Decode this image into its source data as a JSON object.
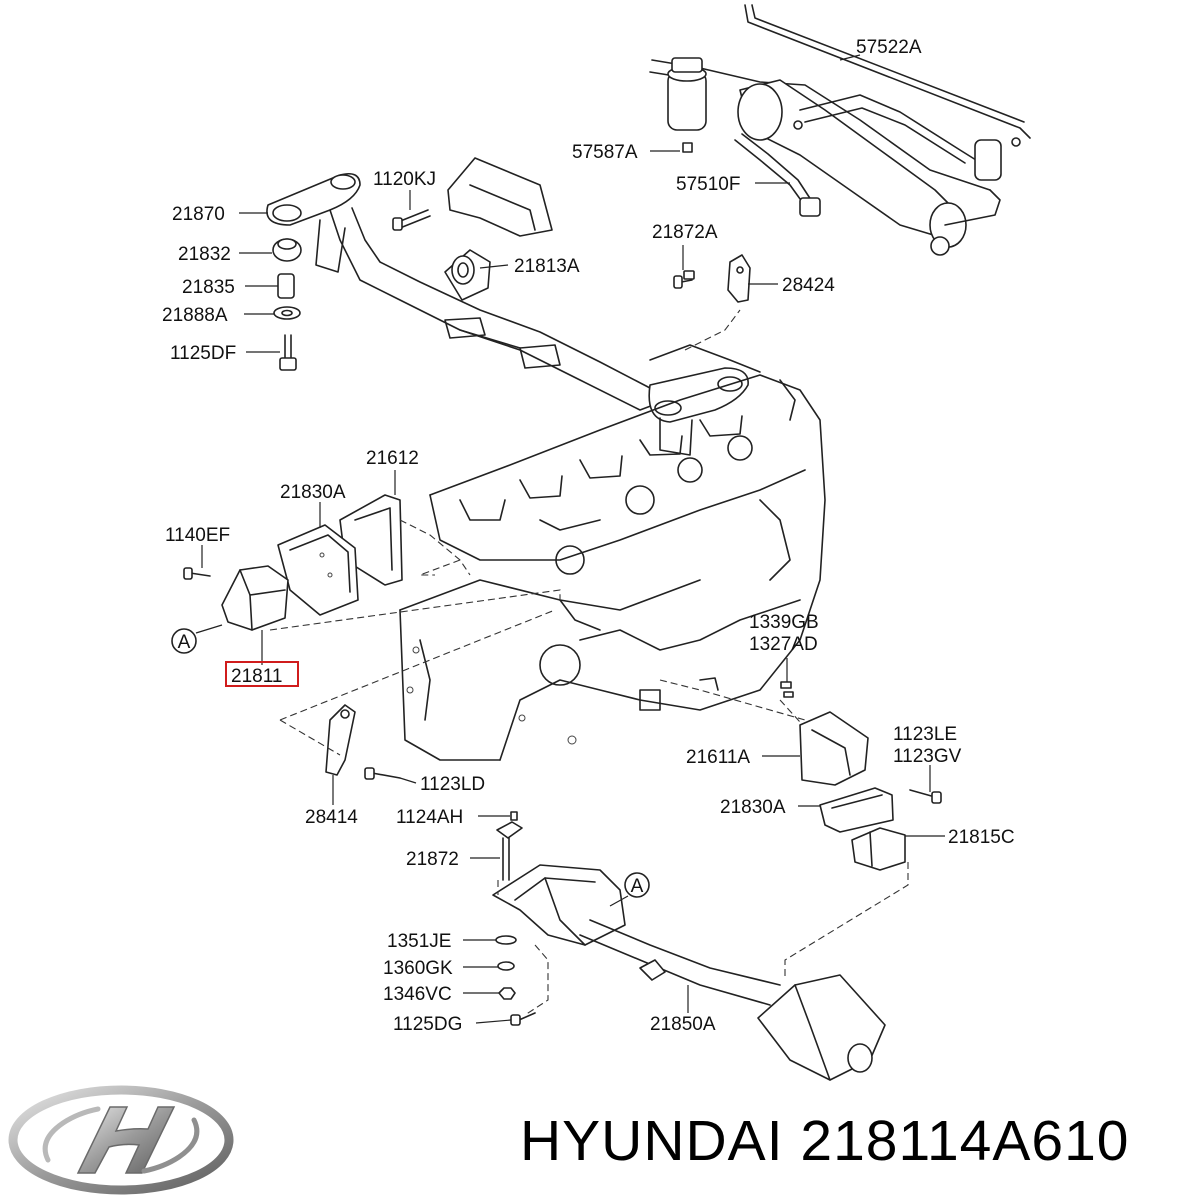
{
  "brand": "HYUNDAI",
  "part_number": "218114A610",
  "logo_icon": "hyundai-logo-icon",
  "highlighted_part": "21811",
  "callout_marker": "A",
  "labels": {
    "p57522A": "57522A",
    "p57587A": "57587A",
    "p57510F": "57510F",
    "p1120KJ": "1120KJ",
    "p21870": "21870",
    "p21832": "21832",
    "p21813A": "21813A",
    "p21835": "21835",
    "p21888A": "21888A",
    "p1125DF": "1125DF",
    "p21872A": "21872A",
    "p28424": "28424",
    "p21612": "21612",
    "p21830A_top": "21830A",
    "p1140EF": "1140EF",
    "p21811": "21811",
    "p1339GB": "1339GB",
    "p1327AD": "1327AD",
    "p1123LE": "1123LE",
    "p1123GV": "1123GV",
    "p21611A": "21611A",
    "p21830A_bottom": "21830A",
    "p21815C": "21815C",
    "p1123LD": "1123LD",
    "p28414": "28414",
    "p1124AH": "1124AH",
    "p21872": "21872",
    "p1351JE": "1351JE",
    "p1360GK": "1360GK",
    "p1346VC": "1346VC",
    "p1125DG": "1125DG",
    "p21850A": "21850A"
  },
  "colors": {
    "line": "#222222",
    "highlight": "#d01c1c",
    "logo": "#9a9a9a"
  }
}
